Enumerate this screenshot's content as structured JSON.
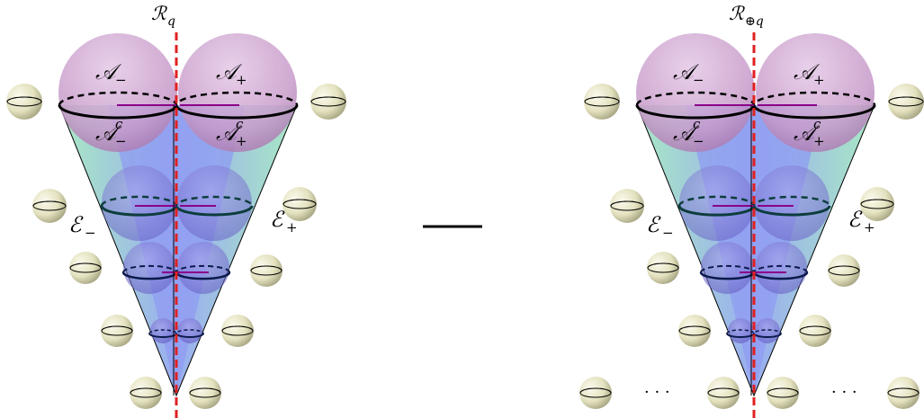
{
  "title_left": "ℛ",
  "title_left_sub": "q",
  "title_right": "ℛ",
  "title_right_sub": "⊕q",
  "minus_sign": "—",
  "label_A": "𝒜",
  "sub_minus": "−",
  "sub_plus": "+",
  "sup_c": "c",
  "label_E": "ℰ",
  "ellipsis": "· · ·",
  "colors": {
    "upper_sphere": "#c89bc8",
    "cone_blue": "#8f9cf2",
    "cone_green": "#a6ecc6",
    "inner_sphere": "#7f7ad6",
    "bath_sphere": "#e6e4c2",
    "axis": "#e02020",
    "chord": "#8a008a"
  }
}
